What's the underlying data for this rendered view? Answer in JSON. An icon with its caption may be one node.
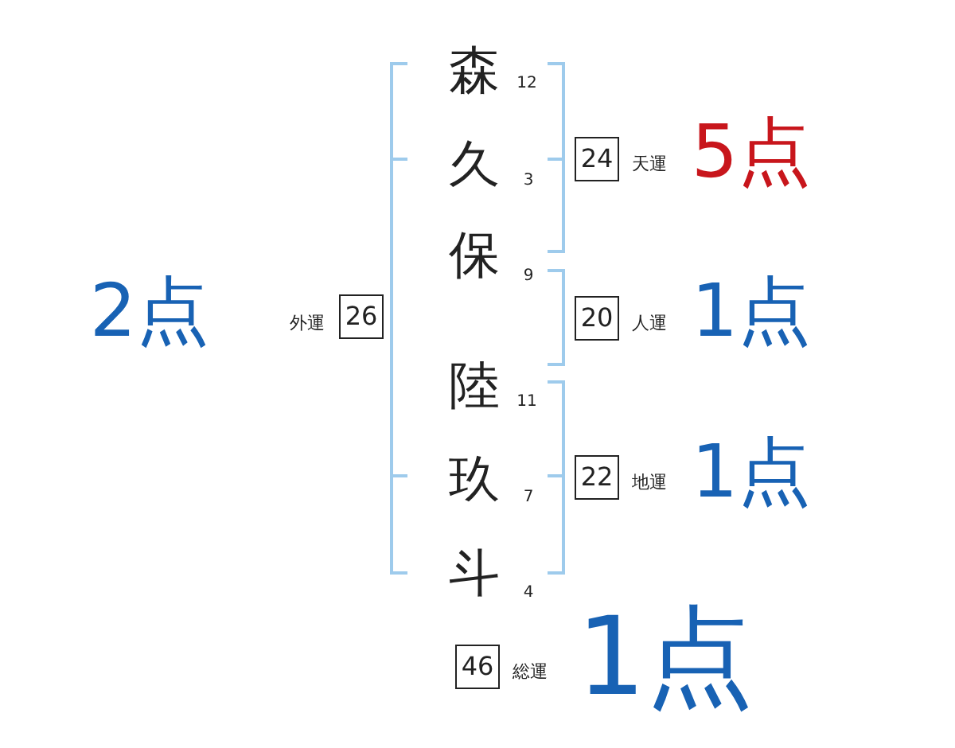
{
  "diagram": {
    "nodes": [
      {
        "text": [
          "24"
        ],
        "beside": [
          "天運",
          "5点"
        ]
      },
      {
        "text": [
          "26"
        ],
        "beside": [
          "外運",
          "2点"
        ]
      },
      {
        "text": [
          "20"
        ],
        "beside": [
          "人運",
          "1点"
        ]
      },
      {
        "text": [
          "22"
        ],
        "beside": [
          "地運",
          "1点"
        ]
      },
      {
        "text": [
          "46"
        ],
        "beside": [
          "総運",
          "1点"
        ]
      }
    ],
    "labels": [
      "森",
      "12",
      "久",
      "3",
      "保",
      "9",
      "陸",
      "11",
      "玖",
      "7",
      "斗",
      "4"
    ]
  }
}
